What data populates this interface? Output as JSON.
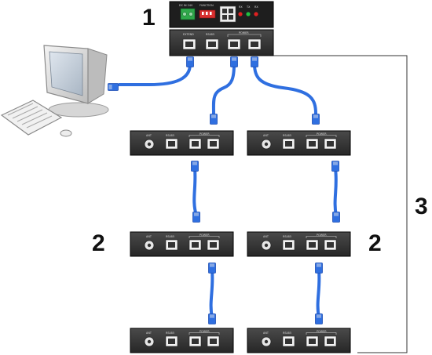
{
  "callouts": {
    "master_unit": "1",
    "slave_units_left": "2",
    "slave_units_right": "2",
    "chain_length": "3"
  },
  "master_top_labels": {
    "dc_in": "DC IN 24V",
    "function": "FUNCTION",
    "rx": "RX",
    "tx": "TX",
    "rx2": "RX"
  },
  "master_front_labels": {
    "extend": "EXTEND",
    "rs485": "RS485",
    "power": "POWER"
  },
  "slave_labels": {
    "ant": "ANT",
    "rs485": "RS485",
    "power": "POWER"
  },
  "colors": {
    "cable": "#2f6fe0",
    "cable_dark": "#1c4db3",
    "device_body": "#3a3a3a",
    "device_edge": "#111111",
    "port": "#f2f2f2",
    "led_red": "#e02020",
    "led_green": "#20c040",
    "terminal_green": "#2fa84a",
    "switch_red": "#d83030"
  }
}
